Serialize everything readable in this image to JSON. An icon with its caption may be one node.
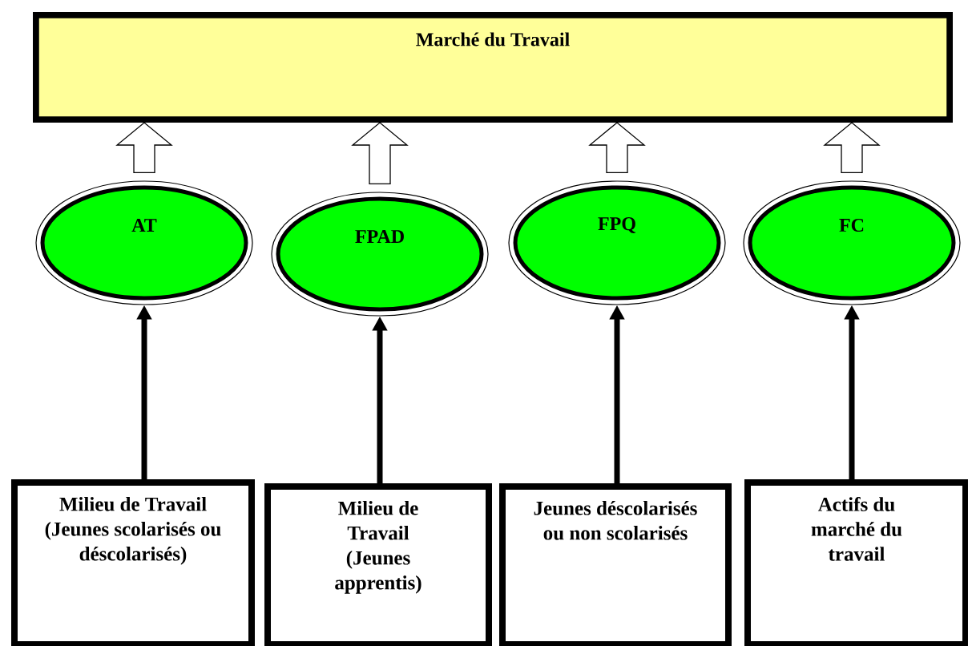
{
  "diagram": {
    "nodes": [
      {
        "text": [
          "Marché du Travail"
        ]
      },
      {
        "text": [
          "AT"
        ]
      },
      {
        "text": [
          "FPAD"
        ]
      },
      {
        "text": [
          "FPQ"
        ]
      },
      {
        "text": [
          "FC"
        ]
      },
      {
        "text": [
          "Milieu de Travail (Jeunes scolarisés ou déscolarisés)"
        ]
      },
      {
        "text": [
          "Milieu de Travail (Jeunes apprentis)"
        ]
      },
      {
        "text": [
          "Jeunes déscolarisés ou non scolarisés"
        ]
      },
      {
        "text": [
          "Actifs du marché du travail"
        ]
      }
    ],
    "edges": [
      {
        "from": 1,
        "to": 0,
        "arrow": "to"
      },
      {
        "from": 2,
        "to": 0,
        "arrow": "to"
      },
      {
        "from": 3,
        "to": 0,
        "arrow": "to"
      },
      {
        "from": 4,
        "to": 0,
        "arrow": "to"
      },
      {
        "from": 5,
        "to": 1,
        "arrow": "to"
      },
      {
        "from": 6,
        "to": 2,
        "arrow": "to"
      },
      {
        "from": 7,
        "to": 3,
        "arrow": "to"
      },
      {
        "from": 8,
        "to": 4,
        "arrow": "to"
      }
    ]
  }
}
